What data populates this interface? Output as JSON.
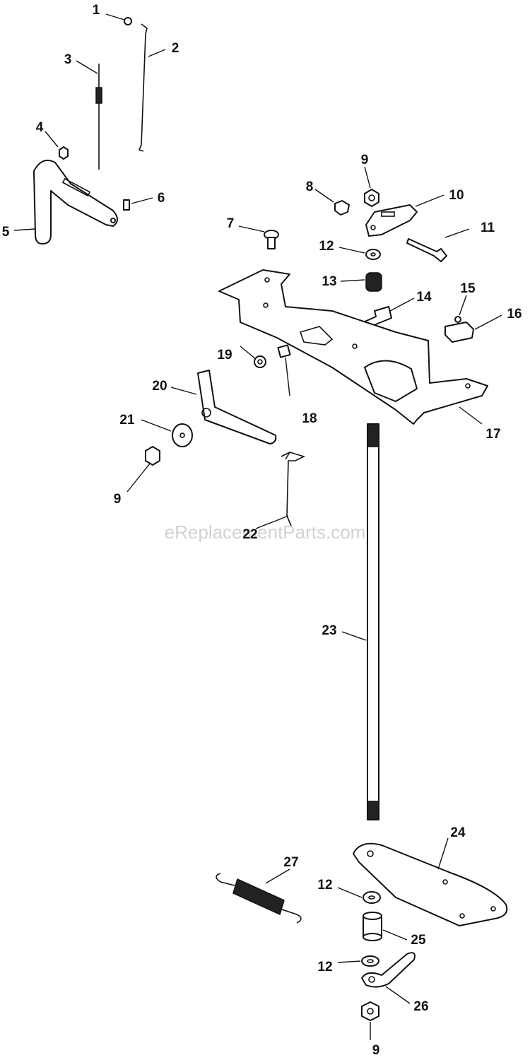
{
  "watermark": "eReplacementParts.com",
  "callouts": {
    "c1": "1",
    "c2": "2",
    "c3": "3",
    "c4": "4",
    "c5": "5",
    "c6": "6",
    "c7": "7",
    "c8": "8",
    "c9a": "9",
    "c9b": "9",
    "c9c": "9",
    "c10": "10",
    "c11": "11",
    "c12a": "12",
    "c12b": "12",
    "c12c": "12",
    "c13": "13",
    "c14": "14",
    "c15": "15",
    "c16": "16",
    "c17": "17",
    "c18": "18",
    "c19": "19",
    "c20": "20",
    "c21": "21",
    "c22": "22",
    "c23": "23",
    "c24": "24",
    "c25": "25",
    "c26": "26",
    "c27": "27"
  }
}
